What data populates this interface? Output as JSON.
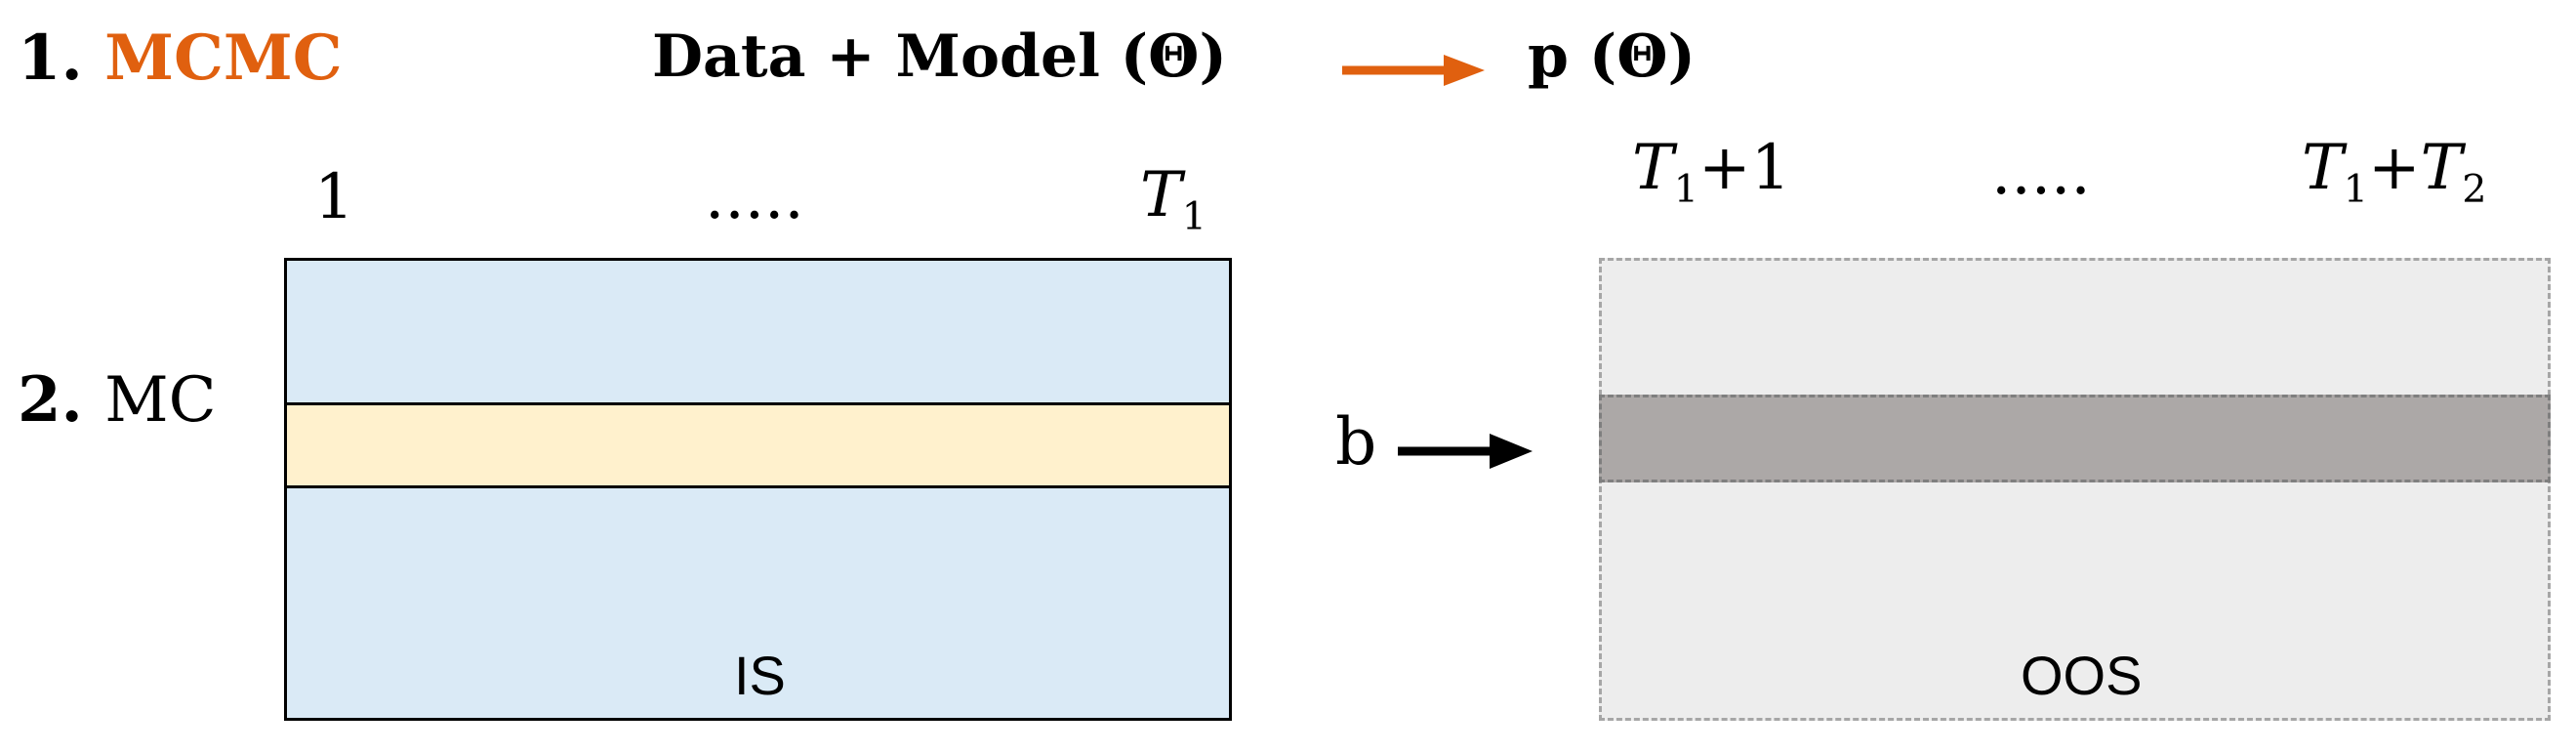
{
  "step1": {
    "number": "1.",
    "label": "MCMC",
    "label_color": "#e0600f"
  },
  "equation": {
    "lhs": "Data + Model (Θ)",
    "rhs": "p (Θ)",
    "arrow_color": "#e0600f"
  },
  "step2": {
    "number": "2.",
    "label": "MC"
  },
  "is_panel": {
    "tick_start": "1",
    "tick_dots": ".....",
    "tick_end_var": "T",
    "tick_end_sub": "1",
    "label": "IS",
    "fill": "#daeaf6",
    "band_fill": "#fff1cd"
  },
  "oos_panel": {
    "tick_start_var": "T",
    "tick_start_sub": "1",
    "tick_start_suffix": "+1",
    "tick_dots": ".....",
    "tick_end_var1": "T",
    "tick_end_sub1": "1",
    "tick_end_plus": "+",
    "tick_end_var2": "T",
    "tick_end_sub2": "2",
    "label": "OOS",
    "fill": "#ededed",
    "band_fill": "#aca8a7"
  },
  "b_label": "b"
}
